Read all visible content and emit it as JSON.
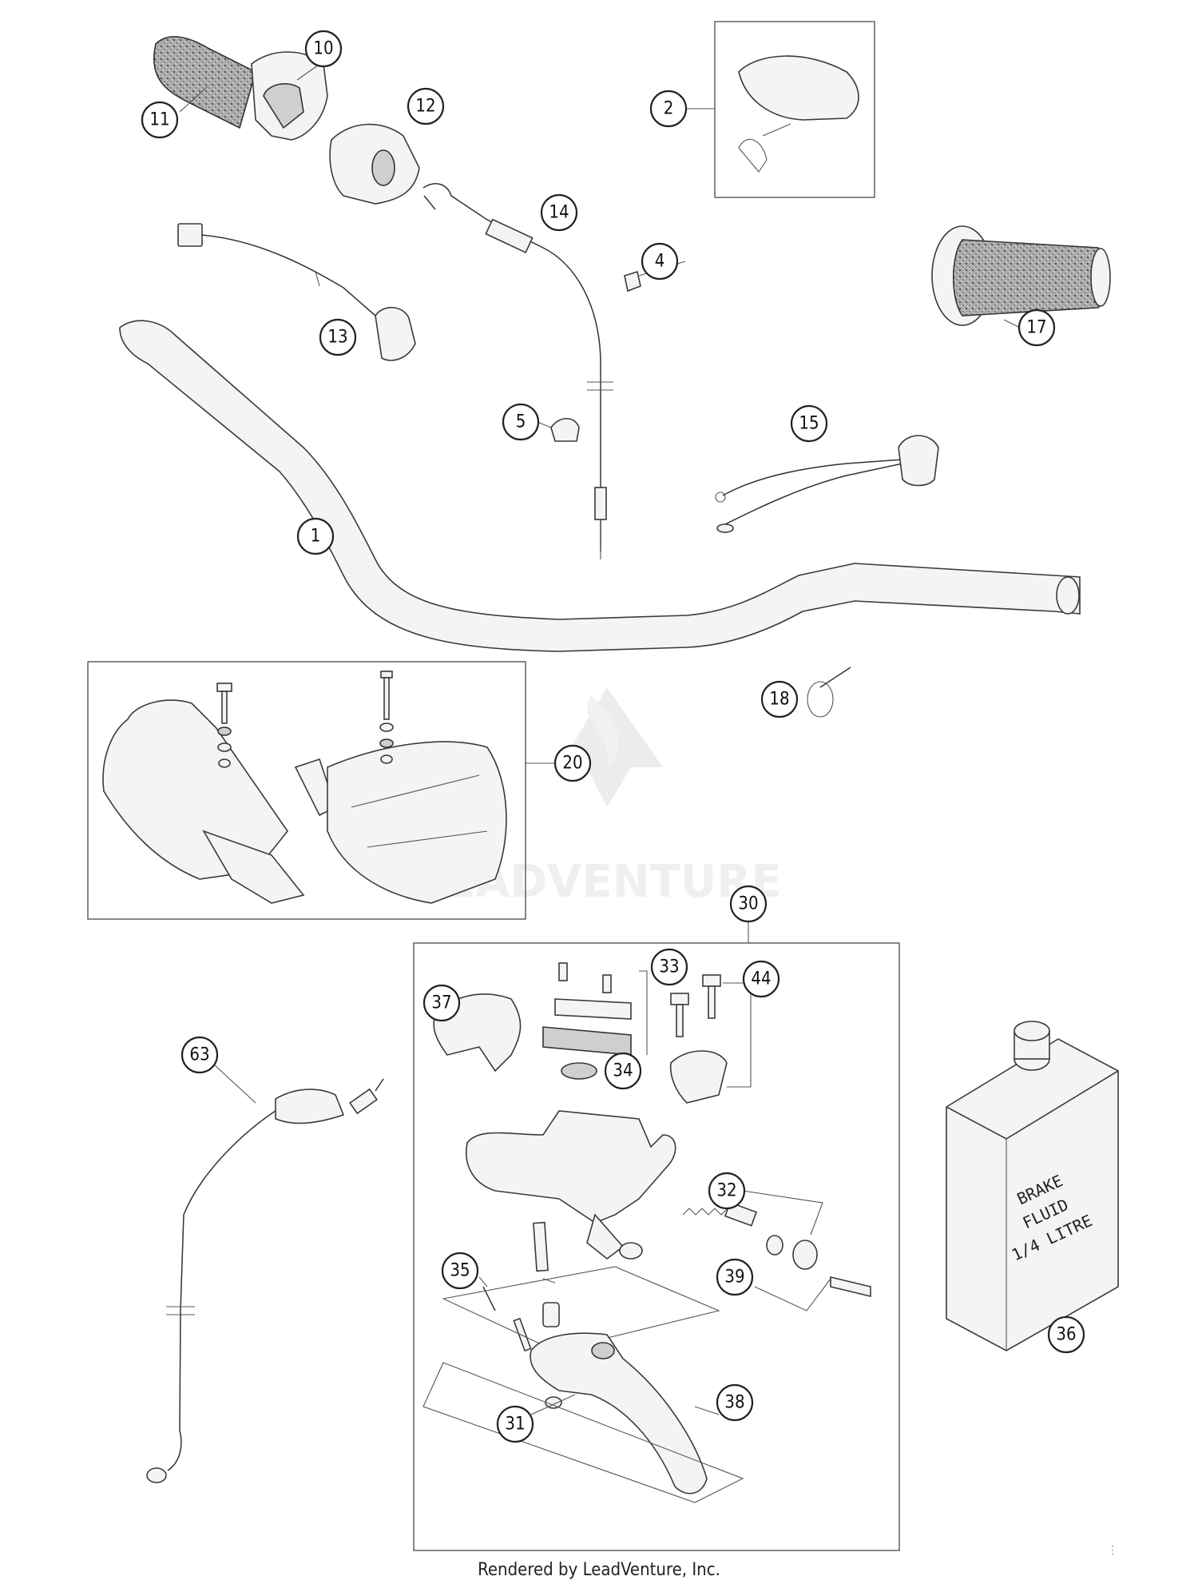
{
  "callouts": {
    "c1": "1",
    "c2": "2",
    "c4": "4",
    "c5": "5",
    "c10": "10",
    "c11": "11",
    "c12": "12",
    "c13": "13",
    "c14": "14",
    "c15": "15",
    "c17": "17",
    "c18": "18",
    "c20": "20",
    "c30": "30",
    "c31": "31",
    "c32": "32",
    "c33": "33",
    "c34": "34",
    "c35": "35",
    "c36": "36",
    "c37": "37",
    "c38": "38",
    "c39": "39",
    "c44": "44",
    "c63": "63"
  },
  "brake_fluid_label": [
    "BRAKE",
    "FLUID",
    "1/4 LITRE"
  ],
  "watermark_text": "LEADVENTURE",
  "footer_text": "Rendered by LeadVenture, Inc.",
  "corner_mark": "⋮"
}
